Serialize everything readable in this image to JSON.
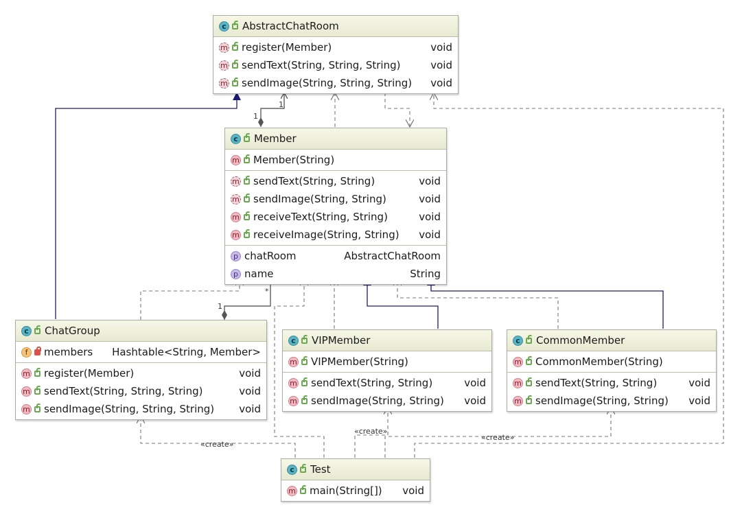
{
  "classes": {
    "abstract_chat_room": {
      "name": "AbstractChatRoom",
      "methods": [
        {
          "sig": "register(Member)",
          "type": "void"
        },
        {
          "sig": "sendText(String, String, String)",
          "type": "void"
        },
        {
          "sig": "sendImage(String, String, String)",
          "type": "void"
        }
      ]
    },
    "member": {
      "name": "Member",
      "constructors": [
        {
          "sig": "Member(String)"
        }
      ],
      "methods": [
        {
          "sig": "sendText(String, String)",
          "type": "void"
        },
        {
          "sig": "sendImage(String, String)",
          "type": "void"
        },
        {
          "sig": "receiveText(String, String)",
          "type": "void"
        },
        {
          "sig": "receiveImage(String, String)",
          "type": "void"
        }
      ],
      "properties": [
        {
          "name": "chatRoom",
          "type": "AbstractChatRoom"
        },
        {
          "name": "name",
          "type": "String"
        }
      ]
    },
    "chat_group": {
      "name": "ChatGroup",
      "fields": [
        {
          "name": "members",
          "type": "Hashtable<String, Member>"
        }
      ],
      "methods": [
        {
          "sig": "register(Member)",
          "type": "void"
        },
        {
          "sig": "sendText(String, String, String)",
          "type": "void"
        },
        {
          "sig": "sendImage(String, String, String)",
          "type": "void"
        }
      ]
    },
    "vip_member": {
      "name": "VIPMember",
      "constructors": [
        {
          "sig": "VIPMember(String)"
        }
      ],
      "methods": [
        {
          "sig": "sendText(String, String)",
          "type": "void"
        },
        {
          "sig": "sendImage(String, String)",
          "type": "void"
        }
      ]
    },
    "common_member": {
      "name": "CommonMember",
      "constructors": [
        {
          "sig": "CommonMember(String)"
        }
      ],
      "methods": [
        {
          "sig": "sendText(String, String)",
          "type": "void"
        },
        {
          "sig": "sendImage(String, String)",
          "type": "void"
        }
      ]
    },
    "test": {
      "name": "Test",
      "methods": [
        {
          "sig": "main(String[])",
          "type": "void"
        }
      ]
    }
  },
  "edge_labels": {
    "room_side_1": "1",
    "member_side_1": "1",
    "group_side_1": "1",
    "member_many": "*",
    "create_chatgroup": "«create»",
    "create_vip": "«create»",
    "create_common": "«create»"
  },
  "icons": {
    "class": "class-icon",
    "method": "method-icon",
    "abstract_method": "abstract-method-icon",
    "field": "field-icon",
    "property": "property-icon",
    "public": "public-visibility-icon",
    "private": "private-visibility-icon"
  },
  "colors": {
    "header": "#e8e9d2",
    "inheritance": "#1a1a6e",
    "dependency": "#777777",
    "composition": "#555555"
  }
}
